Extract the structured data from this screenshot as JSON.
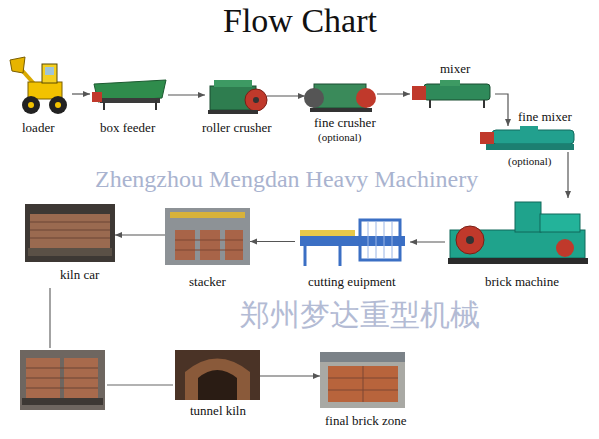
{
  "diagram": {
    "title": "Flow Chart",
    "nodes": [
      {
        "text": [
          "loader"
        ]
      },
      {
        "text": [
          "box feeder"
        ]
      },
      {
        "text": [
          "roller crusher"
        ]
      },
      {
        "text": [
          "fine crusher",
          "(optional)"
        ]
      },
      {
        "text": [
          "mixer"
        ]
      },
      {
        "text": [
          "fine mixer",
          "(optional)"
        ]
      },
      {
        "text": [
          "brick machine"
        ]
      },
      {
        "text": [
          "cutting euipment"
        ]
      },
      {
        "text": [
          "stacker"
        ]
      },
      {
        "text": [
          "kiln car"
        ]
      },
      {
        "text": [
          "tunnel kiln"
        ]
      },
      {
        "text": [
          "final brick zone"
        ]
      }
    ],
    "edges": [
      {
        "from": 0,
        "to": 1,
        "arrow": "to"
      },
      {
        "from": 1,
        "to": 2,
        "arrow": "to"
      },
      {
        "from": 2,
        "to": 3,
        "arrow": "to"
      },
      {
        "from": 3,
        "to": 4,
        "arrow": "to"
      },
      {
        "from": 4,
        "to": 5,
        "arrow": "to"
      },
      {
        "from": 5,
        "to": 6,
        "arrow": "to"
      },
      {
        "from": 6,
        "to": 7,
        "arrow": "to"
      },
      {
        "from": 7,
        "to": 8,
        "arrow": "to"
      },
      {
        "from": 8,
        "to": 9,
        "arrow": "to"
      },
      {
        "from": 10,
        "to": 11,
        "arrow": "to"
      }
    ],
    "labels": [
      "Zhengzhou Mengdan Heavy Machinery",
      "郑州梦达重型机械"
    ]
  }
}
